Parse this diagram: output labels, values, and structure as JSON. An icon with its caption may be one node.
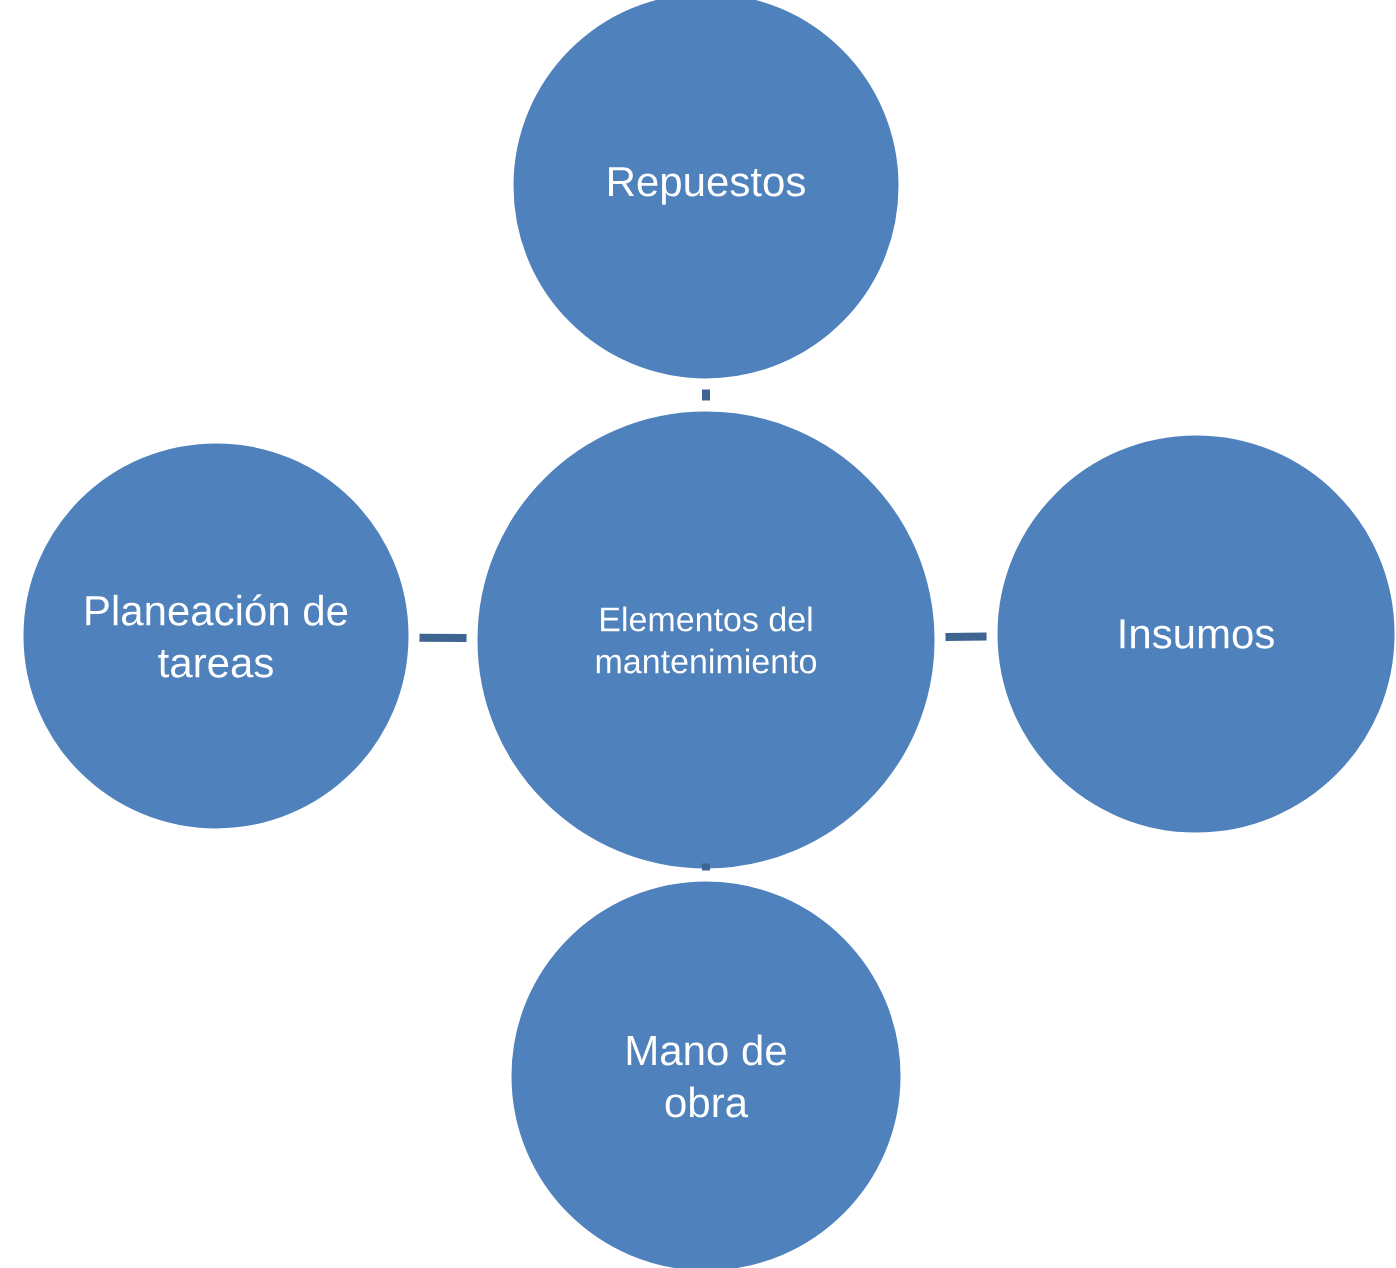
{
  "diagram": {
    "nodes": [
      {
        "text": [
          "Elementos del mantenimiento"
        ]
      },
      {
        "text": [
          "Repuestos"
        ]
      },
      {
        "text": [
          "Planeación de tareas"
        ]
      },
      {
        "text": [
          "Insumos"
        ]
      },
      {
        "text": [
          "Mano de obra"
        ]
      }
    ],
    "edges": [
      {
        "from": 0,
        "to": 1,
        "arrow": "none"
      },
      {
        "from": 0,
        "to": 2,
        "arrow": "none"
      },
      {
        "from": 0,
        "to": 3,
        "arrow": "none"
      },
      {
        "from": 0,
        "to": 4,
        "arrow": "none"
      }
    ]
  }
}
